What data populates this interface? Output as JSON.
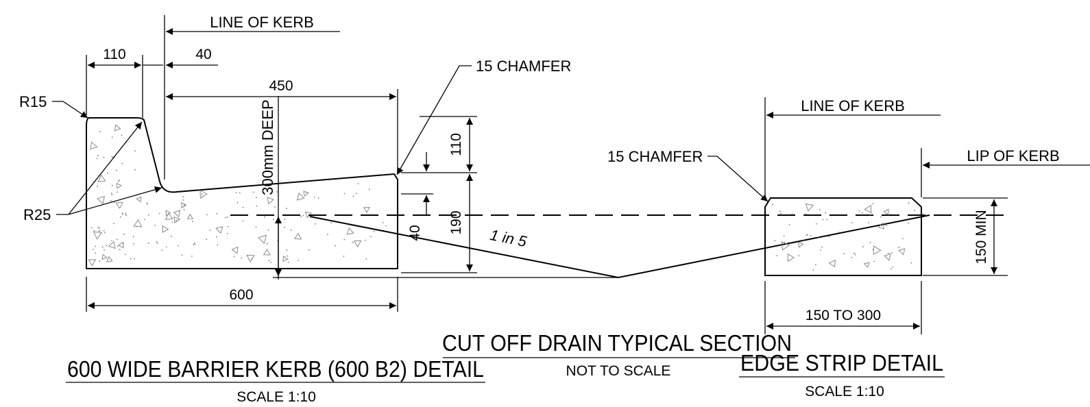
{
  "kerb_detail": {
    "title": "600 WIDE BARRIER KERB (600 B2) DETAIL",
    "scale": "SCALE 1:10",
    "dims": {
      "top_width": "110",
      "offset": "40",
      "face_to_back": "450",
      "overall_width": "600",
      "rise_top": "110",
      "height": "190",
      "lip": "40"
    },
    "labels": {
      "line_of_kerb": "LINE OF KERB",
      "chamfer": "15 CHAMFER",
      "r15": "R15",
      "r25": "R25",
      "deep": "300mm DEEP"
    }
  },
  "drain_section": {
    "title": "CUT OFF DRAIN TYPICAL SECTION",
    "scale": "NOT TO SCALE",
    "slope": "1 in 5"
  },
  "edge_strip": {
    "title": "EDGE STRIP DETAIL",
    "scale": "SCALE 1:10",
    "labels": {
      "line_of_kerb": "LINE OF KERB",
      "lip_of_kerb": "LIP OF KERB",
      "chamfer": "15 CHAMFER"
    },
    "dims": {
      "width": "150 TO 300",
      "depth": "150 MIN"
    }
  }
}
